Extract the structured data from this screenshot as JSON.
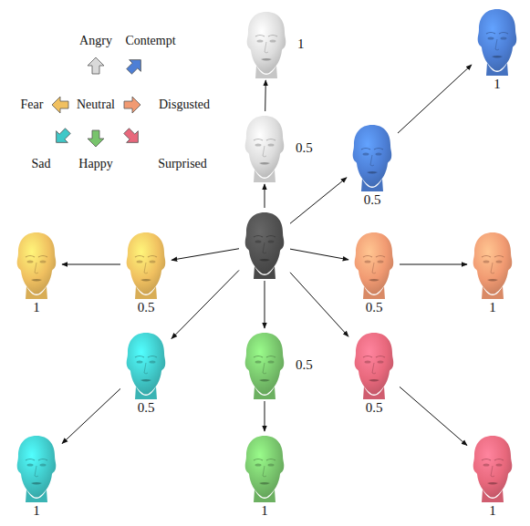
{
  "diagram": {
    "nodes": [
      {
        "text": [
          "1"
        ]
      },
      {
        "text": [
          "1"
        ]
      },
      {
        "text": [
          "0.5"
        ]
      },
      {
        "text": [
          "0.5"
        ]
      },
      {
        "text": [
          "1"
        ]
      },
      {
        "text": [
          "0.5"
        ]
      },
      {
        "text": []
      },
      {
        "text": [
          "0.5"
        ]
      },
      {
        "text": [
          "1"
        ]
      },
      {
        "text": [
          "0.5"
        ]
      },
      {
        "text": [
          "0.5"
        ]
      },
      {
        "text": [
          "0.5"
        ]
      },
      {
        "text": [
          "1"
        ]
      },
      {
        "text": [
          "1"
        ]
      },
      {
        "text": [
          "1"
        ]
      }
    ],
    "edges": [
      {
        "from": 6,
        "to": 2,
        "arrow": "to"
      },
      {
        "from": 2,
        "to": 0,
        "arrow": "to"
      },
      {
        "from": 6,
        "to": 3,
        "arrow": "to"
      },
      {
        "from": 3,
        "to": 1,
        "arrow": "to"
      },
      {
        "from": 6,
        "to": 5,
        "arrow": "to"
      },
      {
        "from": 5,
        "to": 4,
        "arrow": "to"
      },
      {
        "from": 6,
        "to": 7,
        "arrow": "to"
      },
      {
        "from": 7,
        "to": 8,
        "arrow": "to"
      },
      {
        "from": 6,
        "to": 9,
        "arrow": "to"
      },
      {
        "from": 9,
        "to": 12,
        "arrow": "to"
      },
      {
        "from": 6,
        "to": 10,
        "arrow": "to"
      },
      {
        "from": 10,
        "to": 13,
        "arrow": "to"
      },
      {
        "from": 6,
        "to": 11,
        "arrow": "to"
      },
      {
        "from": 11,
        "to": 14,
        "arrow": "to"
      }
    ],
    "labels": [
      "Neutral"
    ],
    "legend": [
      {
        "text": "Angry",
        "color": "#d9d9d9"
      },
      {
        "text": "Contempt",
        "color": "#4d7fd6"
      },
      {
        "text": "Fear",
        "color": "#f0c060"
      },
      {
        "text": "Disgusted",
        "color": "#f19a72"
      },
      {
        "text": "Sad",
        "color": "#40c8c8"
      },
      {
        "text": "Happy",
        "color": "#78c46c"
      },
      {
        "text": "Surprised",
        "color": "#e8687c"
      }
    ]
  }
}
